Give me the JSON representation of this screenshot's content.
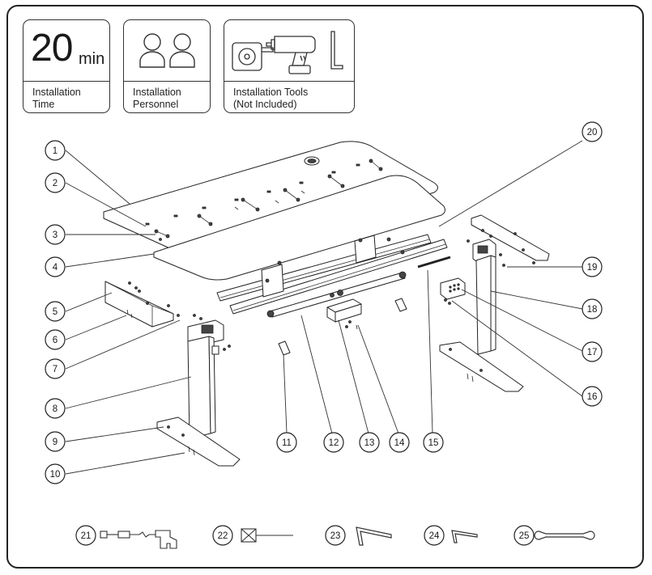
{
  "info_boxes": {
    "time": {
      "value": "20",
      "unit": "min",
      "caption_line1": "Installation",
      "caption_line2": "Time"
    },
    "personnel": {
      "caption_line1": "Installation",
      "caption_line2": "Personnel",
      "icon": "two-people-icon"
    },
    "tools": {
      "caption_line1": "Installation Tools",
      "caption_line2": "(Not Included)",
      "icons": [
        "tape-measure-icon",
        "power-drill-icon",
        "allen-key-icon"
      ]
    }
  },
  "callouts": [
    "1",
    "2",
    "3",
    "4",
    "5",
    "6",
    "7",
    "8",
    "9",
    "10",
    "11",
    "12",
    "13",
    "14",
    "15",
    "16",
    "17",
    "18",
    "19",
    "20",
    "21",
    "22",
    "23",
    "24",
    "25"
  ],
  "accessory_icons": [
    "power-cord-icon",
    "cable-tie-icon",
    "large-allen-key-icon",
    "small-allen-key-icon",
    "wrench-icon"
  ]
}
